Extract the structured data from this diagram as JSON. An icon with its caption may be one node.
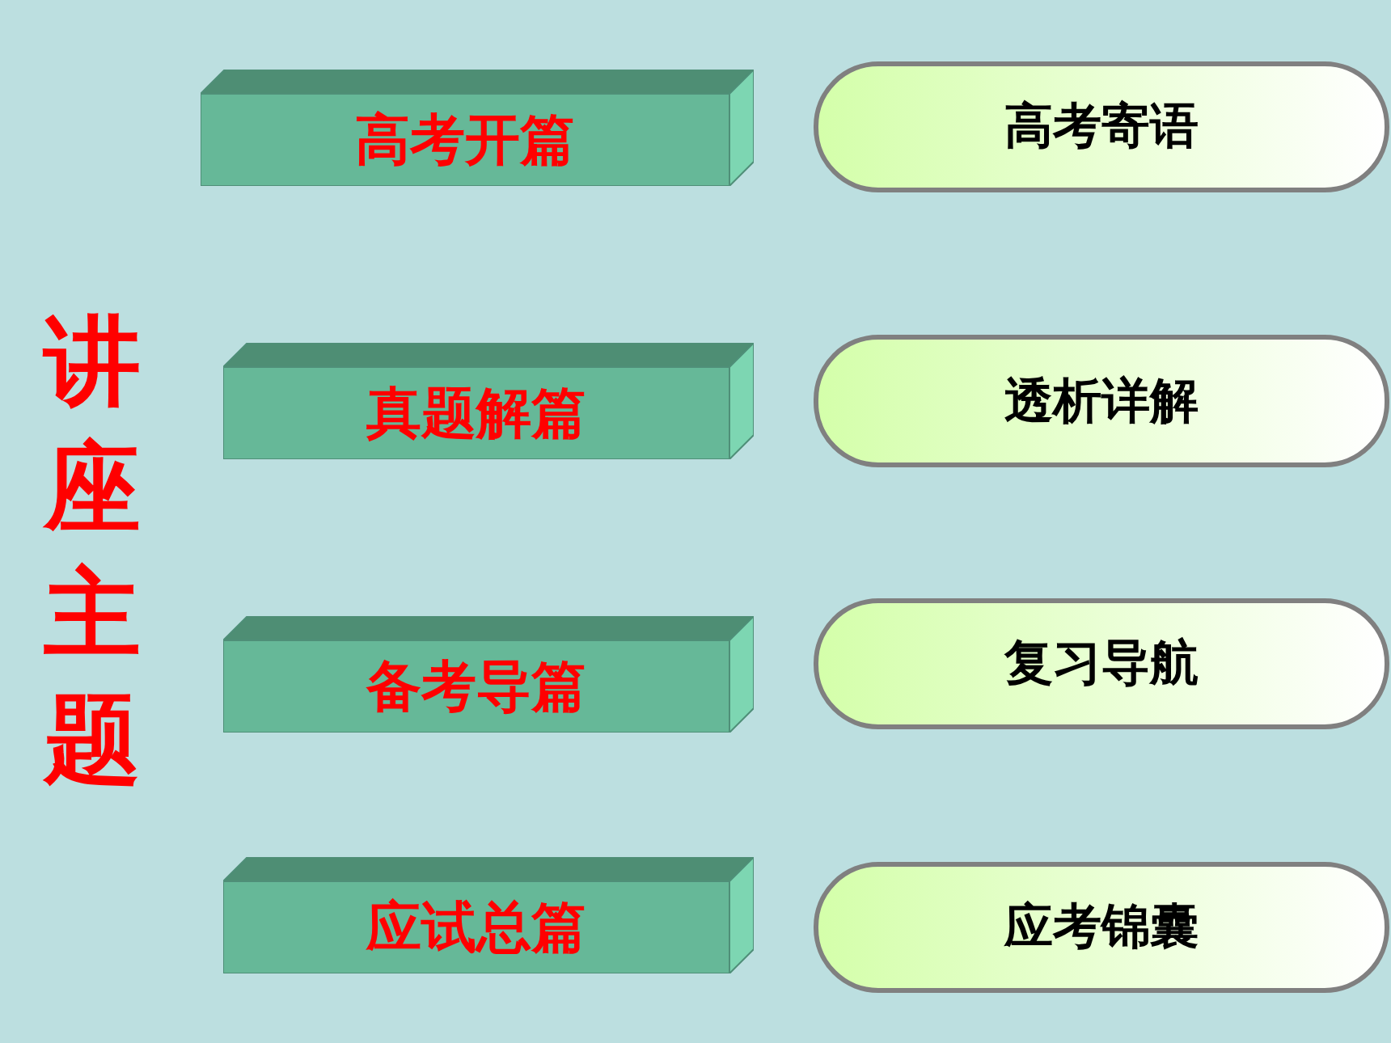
{
  "diagram": {
    "title": "讲座主题",
    "nodes": [
      {
        "text": [
          "高考开篇"
        ]
      },
      {
        "text": [
          "高考寄语"
        ]
      },
      {
        "text": [
          "真题解篇"
        ]
      },
      {
        "text": [
          "透析详解"
        ]
      },
      {
        "text": [
          "备考导篇"
        ]
      },
      {
        "text": [
          "复习导航"
        ]
      },
      {
        "text": [
          "应试总篇"
        ]
      },
      {
        "text": [
          "应考锦囊"
        ]
      }
    ]
  }
}
